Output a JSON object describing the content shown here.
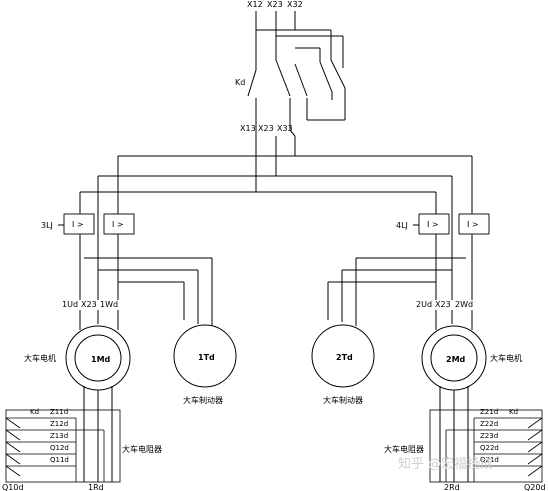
{
  "top_terminals": {
    "t1": "X12",
    "t2": "X23",
    "t3": "X32"
  },
  "switch_label": "Kd",
  "switch_out": {
    "o1": "X13",
    "o2": "X23",
    "o3": "X33"
  },
  "relays": {
    "left_label": "3LJ",
    "right_label": "4LJ",
    "symbol": "I >"
  },
  "left_motor_terms": {
    "a": "1Ud",
    "b": "X23",
    "c": "1Wd"
  },
  "right_motor_terms": {
    "a": "2Ud",
    "b": "X23",
    "c": "2Wd"
  },
  "left_motor": {
    "name": "1Md",
    "caption": "大车电机"
  },
  "right_motor": {
    "name": "2Md",
    "caption": "大车电机"
  },
  "left_brake": {
    "name": "1Td",
    "caption": "大车制动器"
  },
  "right_brake": {
    "name": "2Td",
    "caption": "大车制动器"
  },
  "left_resistor": {
    "caption": "大车电阻器",
    "kd": "Kd",
    "contacts": [
      "Z11d",
      "Z12d",
      "Z13d",
      "Q12d",
      "Q11d"
    ],
    "q_label": "Q10d",
    "r_label": "1Rd"
  },
  "right_resistor": {
    "caption": "大车电阻器",
    "kd": "Kd",
    "contacts": [
      "Z21d",
      "Z22d",
      "Z23d",
      "Q22d",
      "Q21d"
    ],
    "q_label": "Q20d",
    "r_label": "2Rd"
  },
  "watermark": "知乎 @宏福扬成"
}
